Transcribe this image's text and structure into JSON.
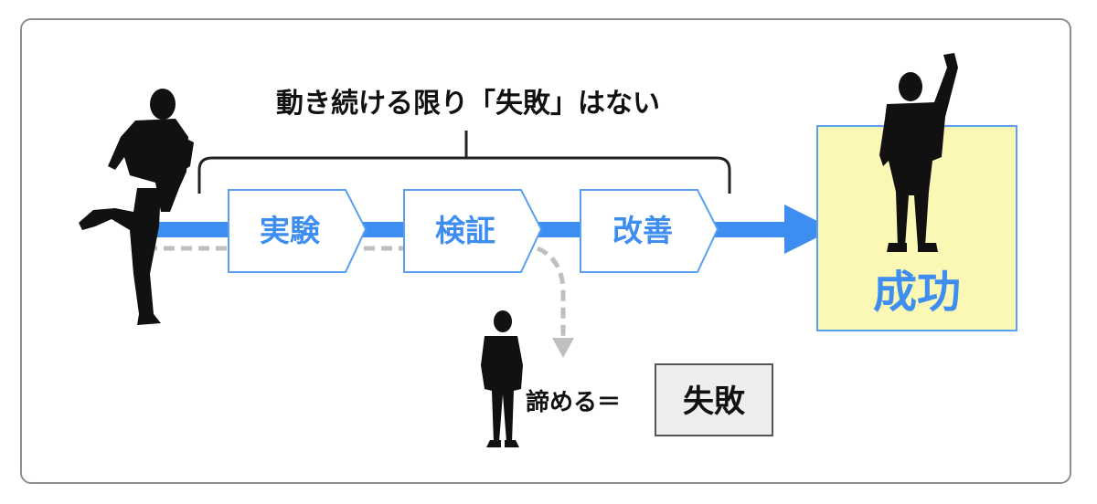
{
  "heading": "動き続ける限り「失敗」はない",
  "steps": [
    {
      "label": "実験"
    },
    {
      "label": "検証"
    },
    {
      "label": "改善"
    }
  ],
  "success": {
    "label": "成功"
  },
  "giveup": {
    "label": "諦める＝",
    "result": "失敗"
  },
  "colors": {
    "accent_blue": "#3d8ef0",
    "step_border": "#5aa0f0",
    "step_text": "#3d8ef0",
    "success_fill": "#fbf7b4",
    "success_border": "#5aa0f0",
    "dashed_gray": "#bfbfbf",
    "failure_fill": "#eeeeee",
    "failure_border": "#555555",
    "silhouette": "#111111"
  }
}
